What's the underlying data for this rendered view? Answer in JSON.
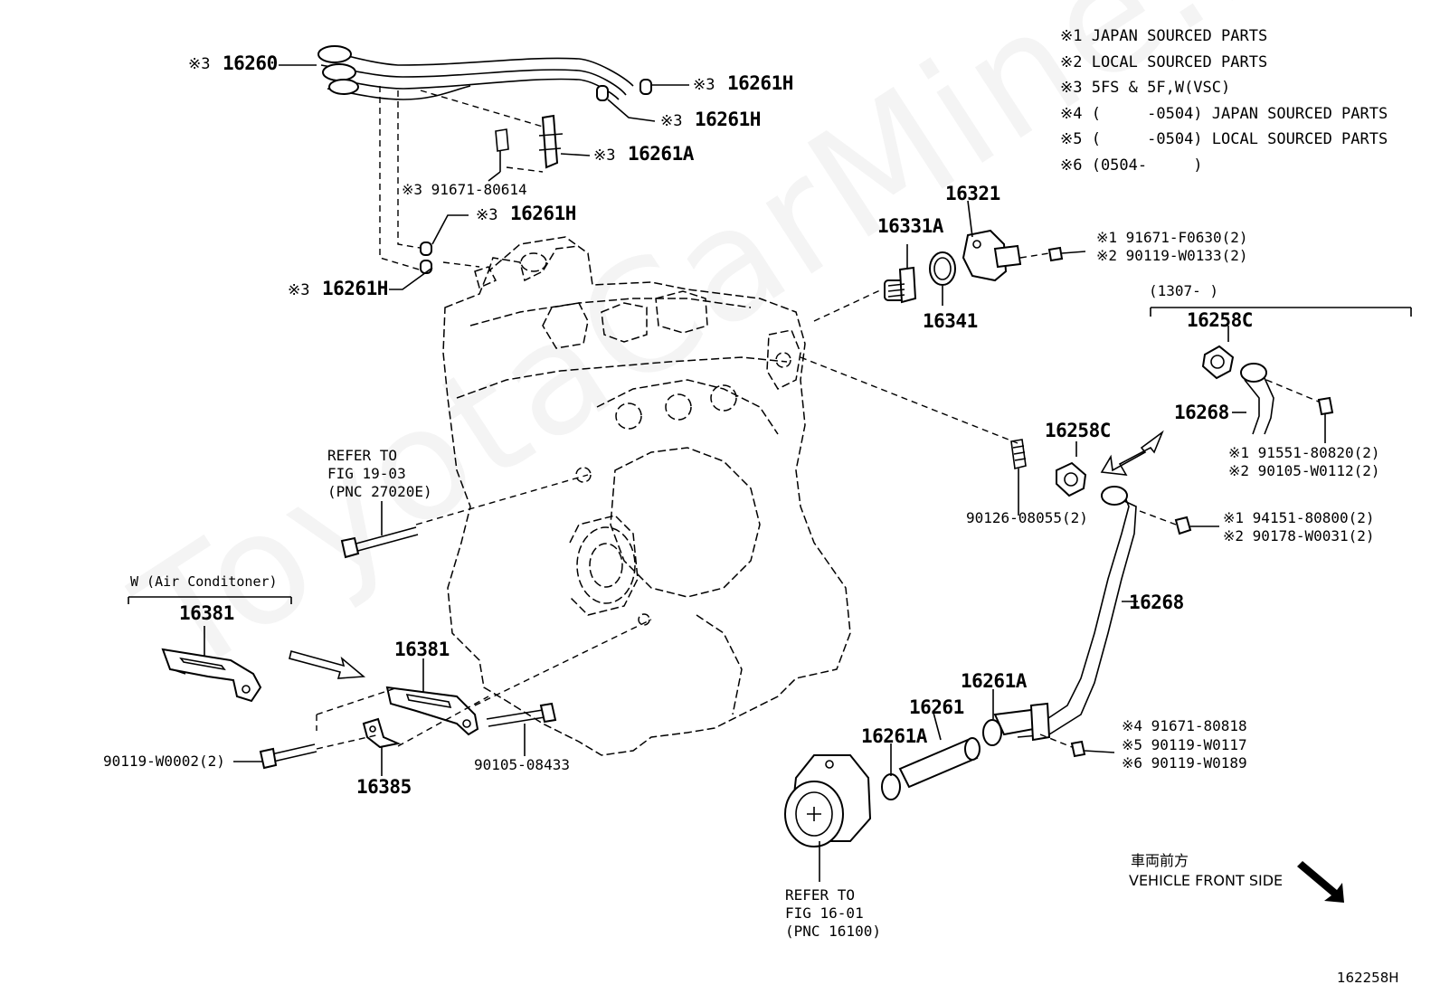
{
  "watermark": "ToyotaCarMine.ru",
  "legend": [
    "※1 JAPAN SOURCED PARTS",
    "※2 LOCAL SOURCED PARTS",
    "※3 5FS & 5F,W(VSC)",
    "※4 (     -0504) JAPAN SOURCED PARTS",
    "※5 (     -0504) LOCAL SOURCED PARTS",
    "※6 (0504-     )"
  ],
  "labels": {
    "p16260_mark": "※3",
    "p16260": "16260",
    "p16261H_a_mark": "※3",
    "p16261H_a": "16261H",
    "p16261H_b_mark": "※3",
    "p16261H_b": "16261H",
    "p16261A_top_mark": "※3",
    "p16261A_top": "16261A",
    "bolt_91671_80614": "※3 91671-80614",
    "p16261H_c_mark": "※3",
    "p16261H_c": "16261H",
    "p16261H_d_mark": "※3",
    "p16261H_d": "16261H",
    "p16331A": "16331A",
    "p16321": "16321",
    "p16341": "16341",
    "b91671_F0630": "※1  91671-F0630(2)",
    "b90119_W0133": "※2  90119-W0133(2)",
    "range_1307": "(1307-     )",
    "p16258C_top": "16258C",
    "p16268_top": "16268",
    "b91551_80820": "※1  91551-80820(2)",
    "b90105_W0112": "※2  90105-W0112(2)",
    "p16258C_mid": "16258C",
    "b90126_08055": "90126-08055(2)",
    "b94151_80800": "※1  94151-80800(2)",
    "b90178_W0031": "※2  90178-W0031(2)",
    "p16268_main": "16268",
    "refer_19": "REFER TO\nFIG 19-03\n(PNC 27020E)",
    "w_air": "W (Air Conditoner)",
    "p16381_left": "16381",
    "p16381_mid": "16381",
    "b90119_W0002": "90119-W0002(2)",
    "p16385": "16385",
    "b90105_08433": "90105-08433",
    "p16261A_low": "16261A",
    "p16261": "16261",
    "p16261A_mid": "16261A",
    "b91671_80818": "※4  91671-80818",
    "b90119_W0117": "※5  90119-W0117",
    "b90119_W0189": "※6  90119-W0189",
    "refer_16": "REFER TO\nFIG 16-01\n(PNC 16100)",
    "front_jp": "車両前方",
    "front_en": "VEHICLE FRONT SIDE",
    "fig_id": "162258H"
  }
}
